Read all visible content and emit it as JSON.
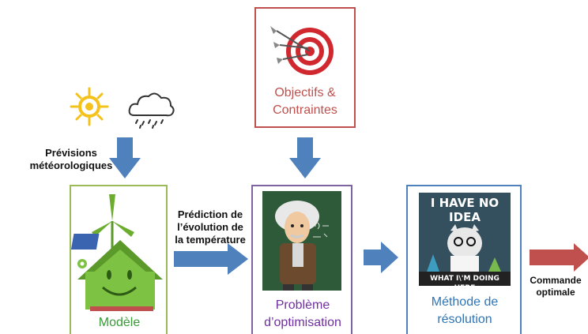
{
  "objectives": {
    "line1": "Objectifs &",
    "line2": "Contraintes"
  },
  "weather": {
    "line1": "Prévisions",
    "line2": "météorologiques"
  },
  "model": {
    "label": "Modèle"
  },
  "prediction": {
    "line1": "Prédiction de",
    "line2": "l’évolution de",
    "line3": "la température"
  },
  "problem": {
    "line1": "Problème",
    "line2": "d’optimisation"
  },
  "method": {
    "line1": "Méthode de",
    "line2": "résolution",
    "meme_top": "I HAVE NO IDEA",
    "meme_bottom": "WHAT I\\'M DOING HERE"
  },
  "command": {
    "line1": "Commande",
    "line2": "optimale"
  },
  "colors": {
    "objectives_border": "#c0504d",
    "model_border": "#9bbb59",
    "problem_border": "#8064a2",
    "method_border": "#4f81bd",
    "blue_arrow": "#4f81bd",
    "red_arrow": "#c0504d"
  }
}
